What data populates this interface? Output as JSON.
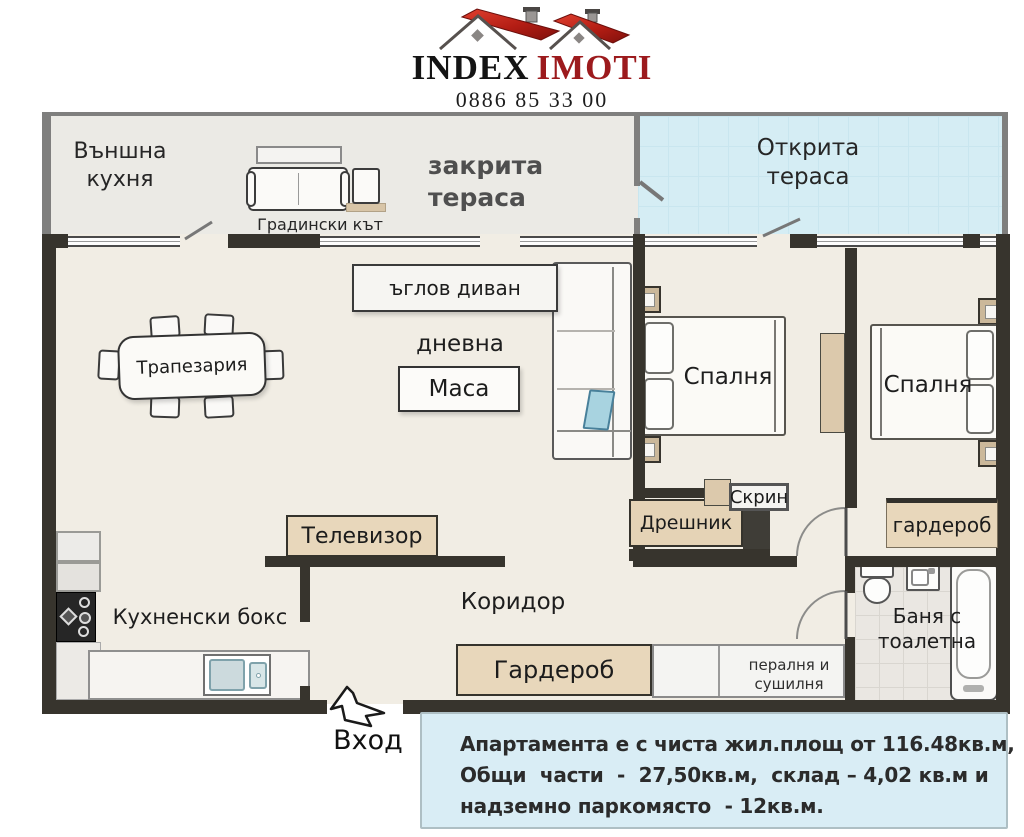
{
  "logo": {
    "brand_primary": "INDEX",
    "brand_secondary": "IMOTI",
    "phone": "0886 85 33 00"
  },
  "labels": {
    "outdoor_kitchen": "Външна\nкухня",
    "covered_terrace": "закрита\nтераса",
    "open_terrace": "Открита\nтераса",
    "garden_corner": "Градински кът",
    "corner_sofa": "ъглов диван",
    "living_room": "дневна",
    "table": "Маса",
    "dining_area": "Трапезария",
    "bedroom_1": "Спалня",
    "bedroom_2": "Спалня",
    "dresser": "Скрин",
    "walk_in_closet": "Дрешник",
    "wardrobe_bedroom": "гардероб",
    "tv": "Телевизор",
    "kitchenette": "Кухненски бокс",
    "corridor": "Коридор",
    "wardrobe_hall": "Гардероб",
    "laundry": "пералня и\nсушилня",
    "bathroom": "Баня с\nтоалетна",
    "entrance": "Вход"
  },
  "info_box": {
    "line1": "Апартамента е с чиста жил.площ от 116.48кв.м,",
    "line2": "Общи  части  -  27,50кв.м,  склад – 4,02 кв.м и",
    "line3": "надземно паркомясто  - 12кв.м."
  },
  "areas": {
    "net_living_area_sqm": "116.48",
    "common_parts_sqm": "27,50",
    "storage_sqm": "4,02",
    "parking_space_sqm": "12"
  },
  "colors": {
    "wall": "#37342d",
    "floor": "#f1ede4",
    "covered_terrace": "#ebeae5",
    "open_terrace": "#d5edf4",
    "furniture_tan": "#e8d7bb",
    "info_box_bg": "#d9edf5",
    "brand_red": "#9c1a1d",
    "roof_red": "#c1272d",
    "pillow_blue": "#a8d3e0"
  }
}
